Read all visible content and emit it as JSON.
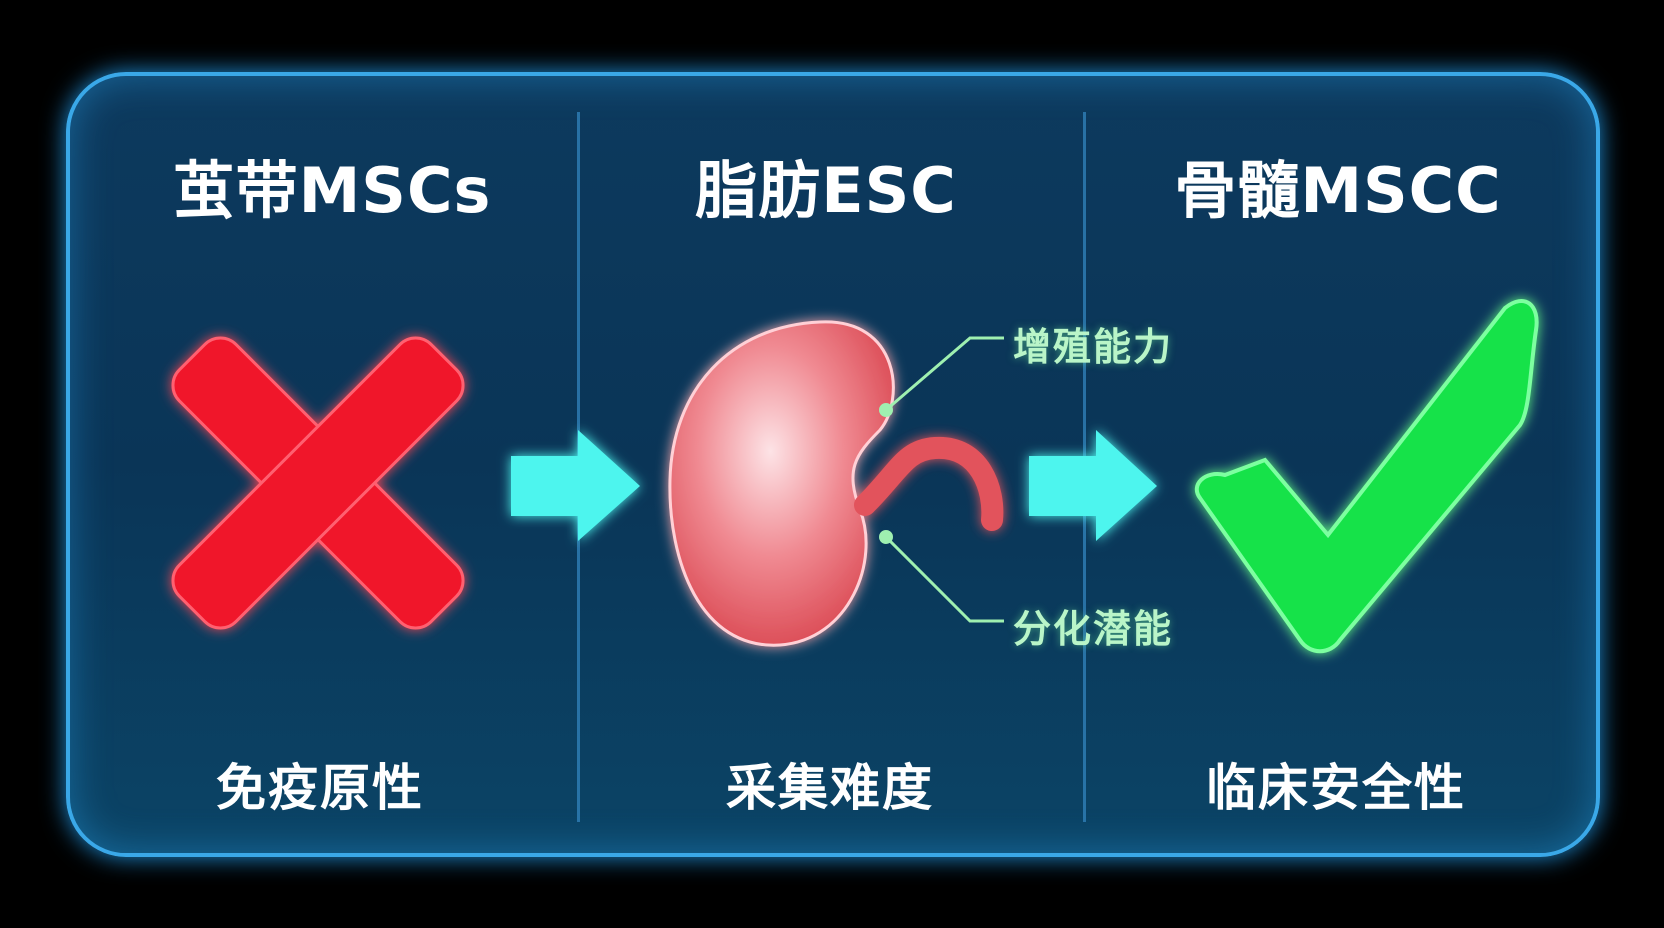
{
  "columns": [
    {
      "title": "茧带MSCs",
      "label": "免疫原性",
      "icon": "cross-icon"
    },
    {
      "title": "脂肪ESC",
      "label": "采集难度",
      "icon": "kidney-icon"
    },
    {
      "title": "骨髓MSCC",
      "label": "临床安全性",
      "icon": "check-icon"
    }
  ],
  "callouts": {
    "top": "增殖能力",
    "bottom": "分化潜能"
  },
  "colors": {
    "cross": "#f0152a",
    "check": "#12e24a",
    "arrow": "#4ef5ee",
    "callout": "#9ff0b0"
  }
}
